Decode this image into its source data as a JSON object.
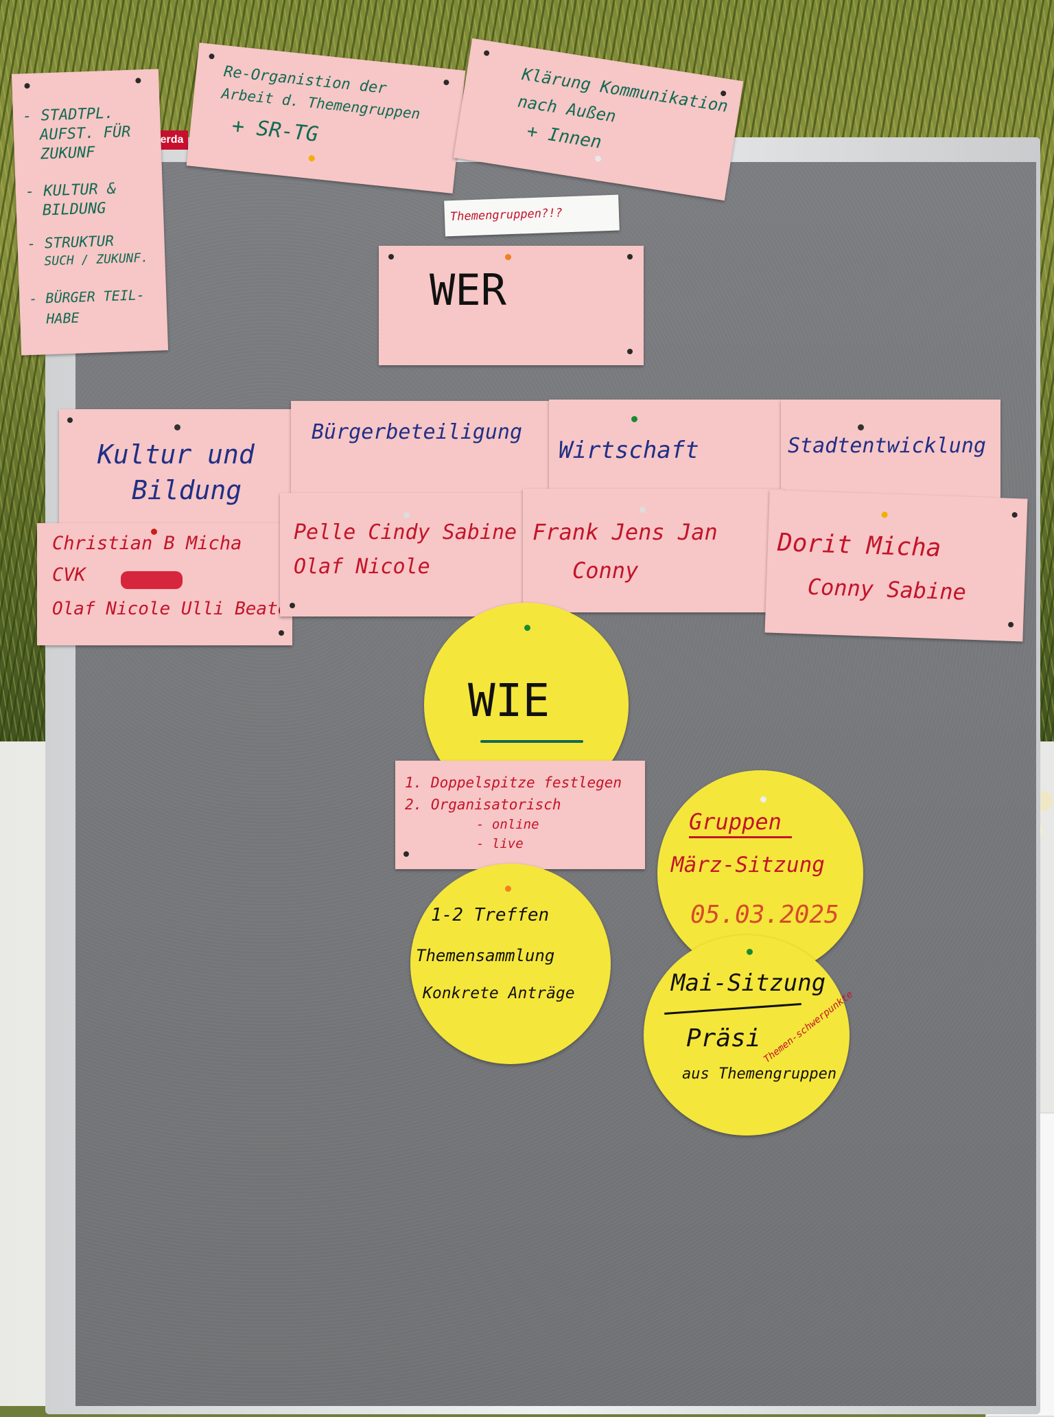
{
  "board_label": "rswerda",
  "cards": {
    "left_list": {
      "items": [
        "- STADTPL.",
        "AUFST. FÜR",
        "ZUKUNF",
        "- KULTUR &",
        "BILDUNG",
        "- STRUKTUR",
        "SUCH / ZUKUNF.",
        "- BÜRGER TEIL-",
        "HABE"
      ]
    },
    "reorg": {
      "lines": [
        "Re-Organistion der",
        "Arbeit d. Themengruppen",
        "+ SR-TG"
      ]
    },
    "klaerung": {
      "lines": [
        "Klärung Kommunikation",
        "nach Außen",
        "+ Innen"
      ]
    },
    "themengruppen_strip": "Themengruppen?!?",
    "wer": "WER",
    "categories": [
      {
        "title_lines": [
          "Kultur und",
          "Bildung"
        ]
      },
      {
        "title_lines": [
          "Bürgerbeteiligung"
        ]
      },
      {
        "title_lines": [
          "Wirtschaft"
        ]
      },
      {
        "title_lines": [
          "Stadtentwicklung"
        ]
      }
    ],
    "names": [
      {
        "lines": [
          "Christian B  Micha",
          "CVK",
          "Olaf   Nicole   Ulli Beate"
        ]
      },
      {
        "lines": [
          "Pelle  Cindy    Sabine",
          "Olaf     Nicole"
        ]
      },
      {
        "lines": [
          "Frank  Jens  Jan",
          "Conny"
        ]
      },
      {
        "lines": [
          "Dorit  Micha",
          "Conny  Sabine"
        ]
      }
    ],
    "steps": {
      "lines": [
        "1. Doppelspitze festlegen",
        "2. Organisatorisch",
        "- online",
        "- live"
      ]
    }
  },
  "circles": {
    "wie": "WIE",
    "treffen": {
      "lines": [
        "1-2 Treffen",
        "Themensammlung",
        "Konkrete Anträge"
      ]
    },
    "gruppen": {
      "lines": [
        "Gruppen",
        "März-Sitzung",
        "05.03.2025"
      ]
    },
    "mai": {
      "lines": [
        "Mai-Sitzung",
        "Präsi",
        "aus Themengruppen"
      ],
      "side_note": "Themen-schwerpunkte"
    }
  },
  "colors": {
    "card_pink": "#f7c6c6",
    "circle_yellow": "#f5e63b",
    "board_gray": "#77797c"
  }
}
